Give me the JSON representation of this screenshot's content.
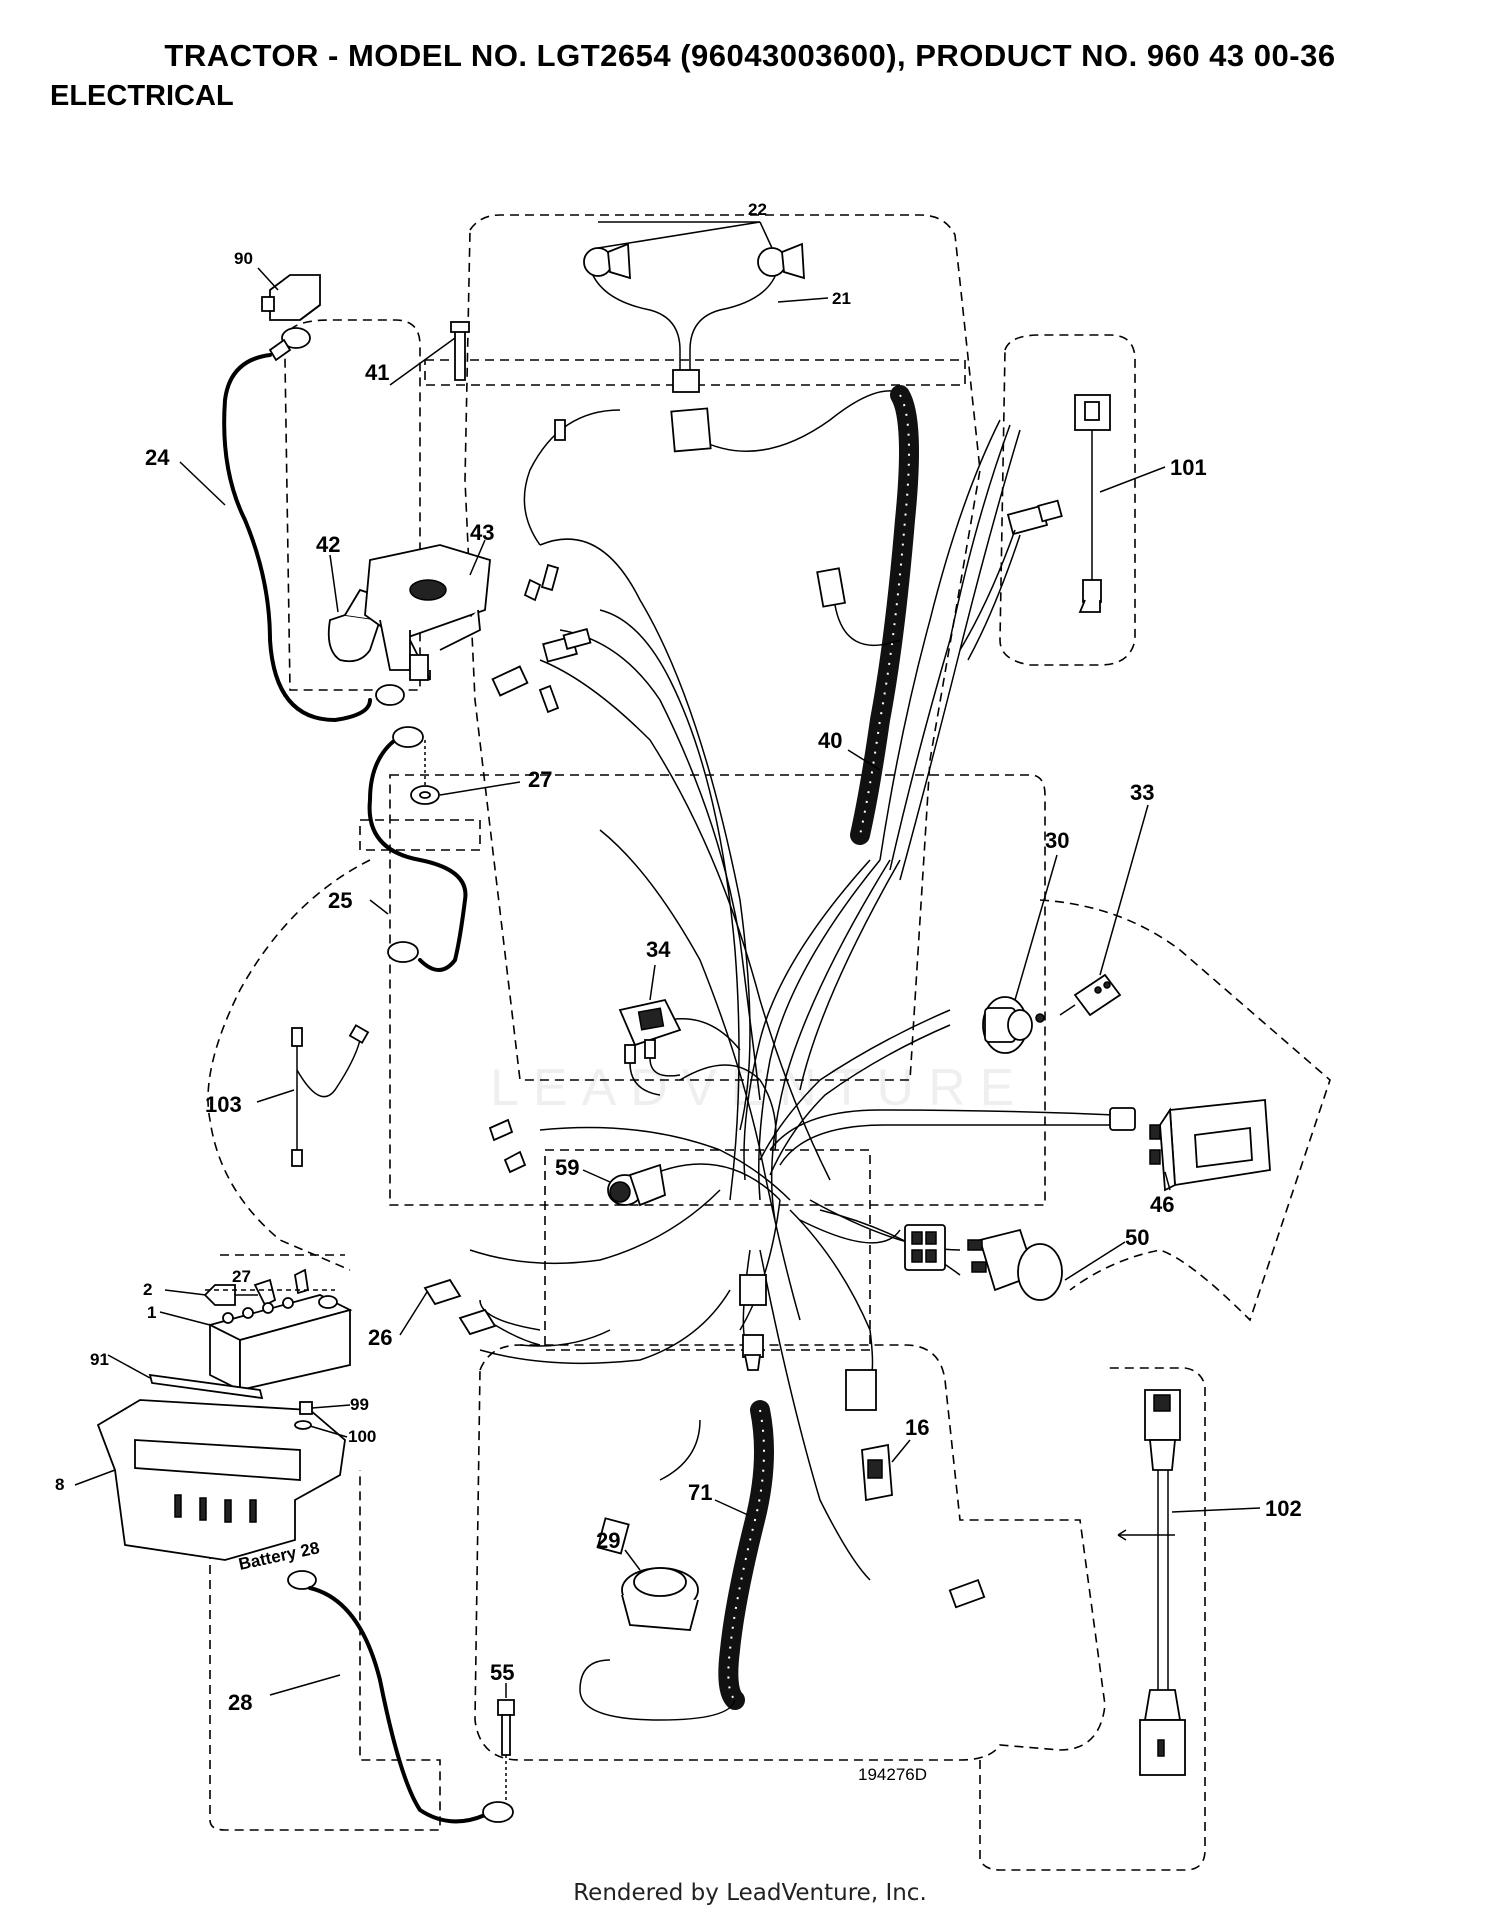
{
  "header": {
    "title": "TRACTOR - MODEL NO. LGT2654 (96043003600), PRODUCT NO. 960 43 00-36",
    "subtitle": "ELECTRICAL"
  },
  "drawing_number": "194276D",
  "footer": "Rendered by LeadVenture, Inc.",
  "watermark": "LEADVENTURE",
  "callouts": {
    "c1": "1",
    "c2": "2",
    "c8": "8",
    "c16": "16",
    "c21": "21",
    "c22": "22",
    "c24": "24",
    "c25": "25",
    "c26": "26",
    "c27a": "27",
    "c27b": "27",
    "c28": "28",
    "c29": "29",
    "c30": "30",
    "c33": "33",
    "c34": "34",
    "c40": "40",
    "c41": "41",
    "c42": "42",
    "c43": "43",
    "c46": "46",
    "c50": "50",
    "c55": "55",
    "c59": "59",
    "c71": "71",
    "c90": "90",
    "c91": "91",
    "c99": "99",
    "c100": "100",
    "c101": "101",
    "c102": "102",
    "c103": "103"
  },
  "battery_label": "Battery 28"
}
